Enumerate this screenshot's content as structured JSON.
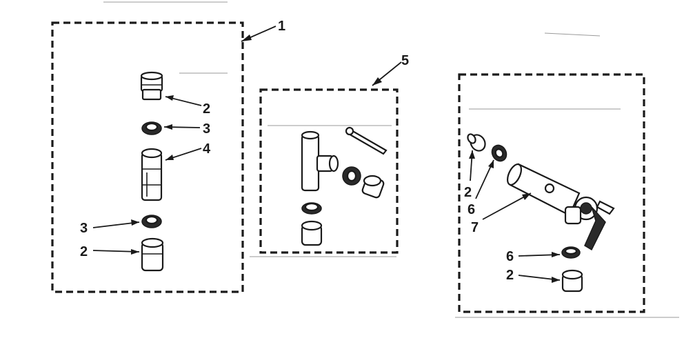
{
  "callouts": {
    "kit_1": "1",
    "kit_5": "5",
    "kit1_elbow_top": "2",
    "kit1_washer_top": "3",
    "kit1_coupling": "4",
    "kit1_washer_bottom": "3",
    "kit1_elbow_bottom": "2",
    "kit3_elbow_left": "2",
    "kit3_washer_left": "6",
    "kit3_valve": "7",
    "kit3_washer_bottom": "6",
    "kit3_elbow_bottom": "2"
  },
  "colors": {
    "ink": "#1a1a1a",
    "paper": "#ffffff"
  }
}
